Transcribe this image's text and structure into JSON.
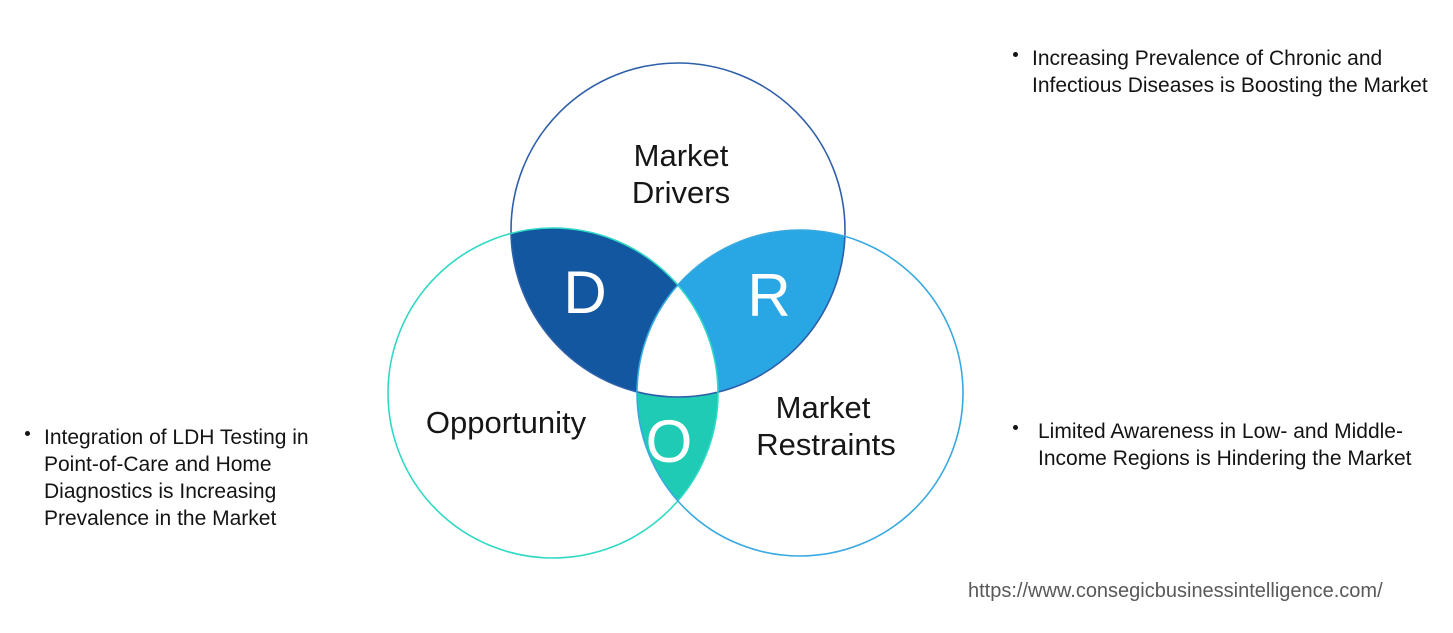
{
  "diagram": {
    "title_hint": "DRO market analysis venn",
    "circles": {
      "drivers": {
        "label_line1": "Market",
        "label_line2": "Drivers",
        "outline_color": "#2E5FA9"
      },
      "opportunity": {
        "label": "Opportunity",
        "outline_color": "#2FD9C4"
      },
      "restraints": {
        "label_line1": "Market",
        "label_line2": "Restraints",
        "outline_color": "#38A9E0"
      }
    },
    "regions": {
      "drivers": {
        "letter": "D",
        "fill_color": "#12579F"
      },
      "restraints": {
        "letter": "R",
        "fill_color": "#29A6E4"
      },
      "opportunity": {
        "letter": "O",
        "fill_color": "#1FCBB4"
      },
      "center_color": "#FFFFFF"
    }
  },
  "bullets": {
    "driver": {
      "marker": "bullet-dot",
      "text": "Increasing Prevalence of Chronic and Infectious Diseases is Boosting the Market"
    },
    "opportunity": {
      "marker": "bullet-dot",
      "text": "Integration of LDH Testing in Point-of-Care and Home Diagnostics is Increasing Prevalence in the Market"
    },
    "restraint": {
      "marker": "bullet-dot",
      "text": "Limited Awareness in Low- and Middle-Income Regions is Hindering the Market"
    }
  },
  "footer": {
    "url": "https://www.consegicbusinessintelligence.com/"
  }
}
